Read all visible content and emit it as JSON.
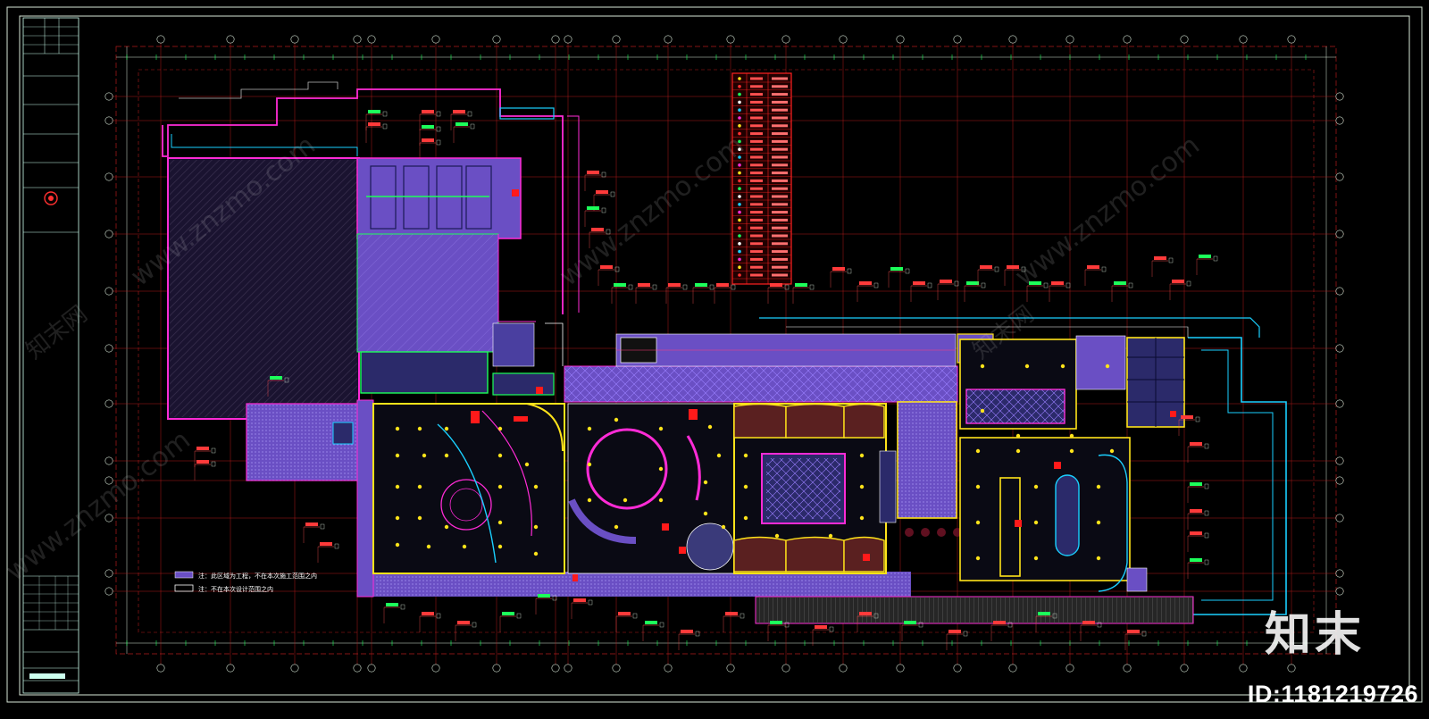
{
  "drawing": {
    "legend_notes": [
      "注：此区域为工程，不在本次施工范围之内",
      "注：不在本次设计范围之内"
    ],
    "title_block": {
      "rows": [
        "",
        "",
        "",
        "",
        "",
        "",
        "",
        "",
        "",
        ""
      ]
    }
  },
  "watermark": {
    "logo_text": "知末",
    "id_text": "ID:1181219726",
    "diagonal_text": "www.znzmo.com",
    "side_text": "知末网"
  },
  "colors": {
    "background": "#000000",
    "frame": "#d8e8d8",
    "grid": "#b01a1a",
    "wall_magenta": "#ff2bd6",
    "wall_cyan": "#1ad0ff",
    "wall_yellow": "#ffe31a",
    "fill_purple": "#6a4fc4",
    "fill_dark": "#2b2a6a",
    "dim_green": "#1cff5a"
  }
}
